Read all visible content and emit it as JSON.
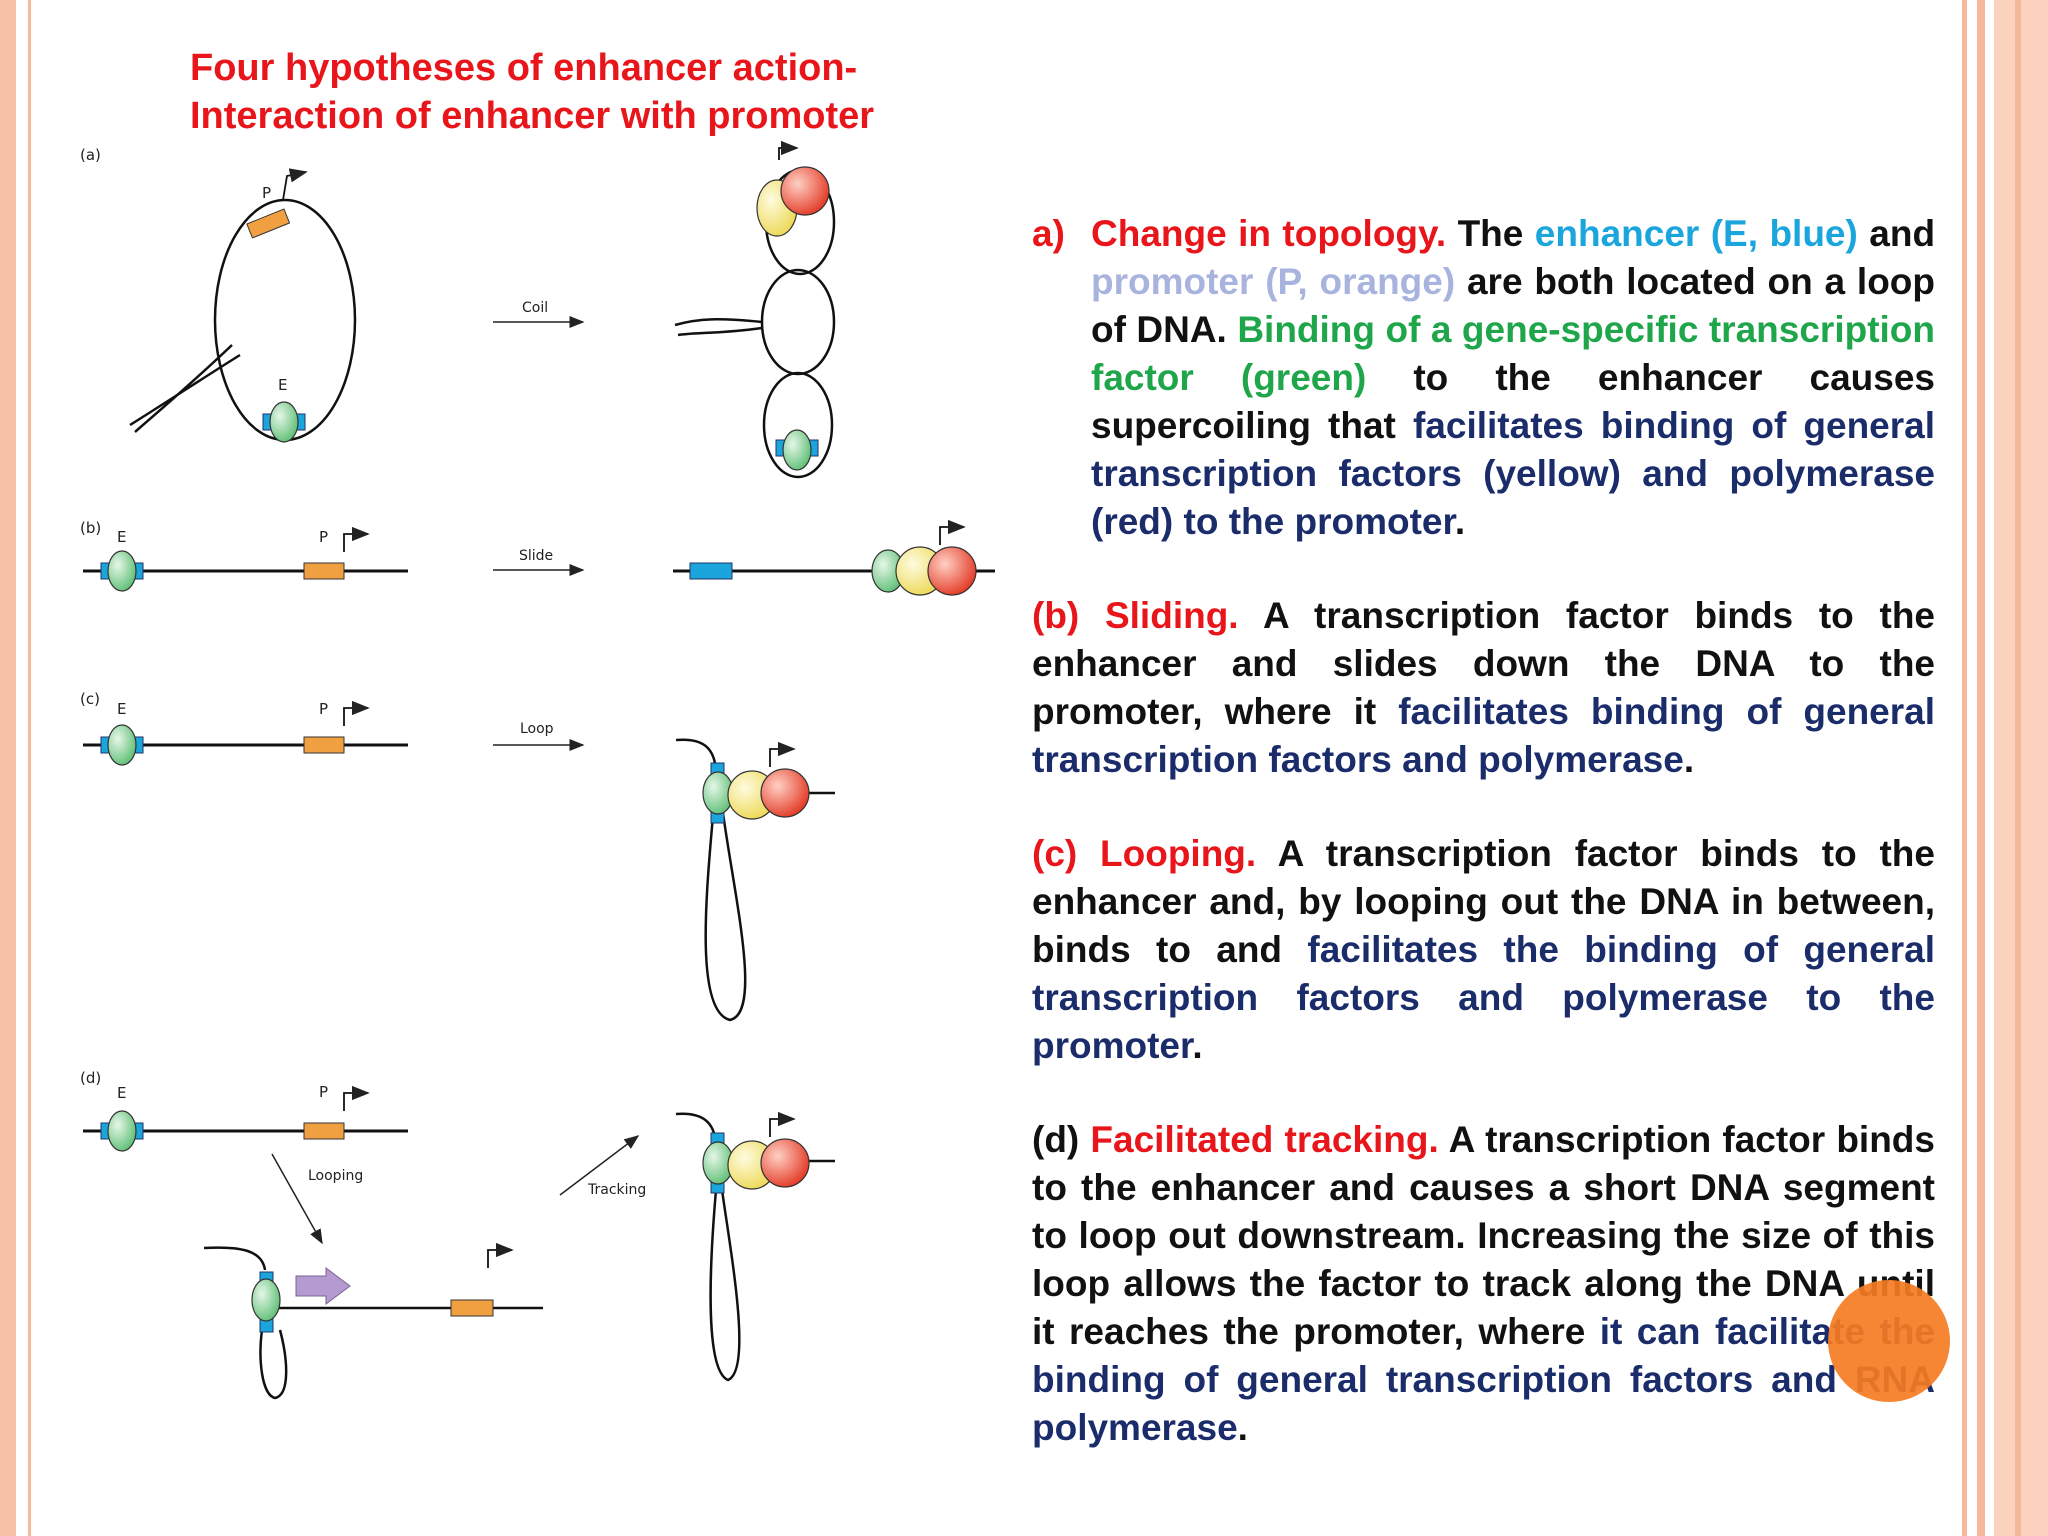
{
  "title": {
    "line1": "Four hypotheses of enhancer action-",
    "line2": "Interaction of enhancer with promoter"
  },
  "diagram": {
    "panel_labels": [
      "(a)",
      "(b)",
      "(c)",
      "(d)"
    ],
    "enhancer_label": "E",
    "promoter_label": "P",
    "arrows": {
      "coil": "Coil",
      "slide": "Slide",
      "loop": "Loop",
      "looping": "Looping",
      "tracking": "Tracking"
    },
    "colors": {
      "enhancer_blue": "#1aa6dc",
      "promoter_orange": "#f0a040",
      "factor_green": "#7fcf8e",
      "gtf_yellow": "#f6ea8a",
      "polymerase_red": "#e84030",
      "tracking_arrow_purple": "#b49ad0"
    }
  },
  "paragraphs": {
    "a": {
      "marker": "a)",
      "heading": "Change in topology.",
      "t1": "The",
      "t2": "enhancer (E, blue)",
      "t3": "and",
      "t4": "promoter (P, orange)",
      "t5": "are both located on a loop of DNA.",
      "t6": "Binding of a gene-specific transcription factor (green)",
      "t7": "to the enhancer causes supercoiling that",
      "t8": "facilitates binding of general transcription factors (yellow) and polymerase (red) to the promoter",
      "t9": "."
    },
    "b": {
      "heading": "(b) Sliding.",
      "t1": "A transcription factor binds to the enhancer and slides down the DNA to the promoter, where it",
      "t2": "facilitates binding of general transcription factors and polymerase",
      "t3": "."
    },
    "c": {
      "heading": "(c) Looping.",
      "t1": "A transcription factor binds to the enhancer and, by looping out the DNA in between, binds to and",
      "t2": "facilitates the binding of general transcription factors and polymerase to the promoter",
      "t3": "."
    },
    "d": {
      "t0": "(d)",
      "heading": "Facilitated tracking.",
      "t1": "A transcription factor binds to the enhancer and causes a short DNA segment to loop out downstream. Increasing the size of this loop allows the factor to track along the DNA until it reaches the promoter, where",
      "t2": "it can facilitate the binding of general transcription factors and RNA polymerase",
      "t3": "."
    }
  }
}
